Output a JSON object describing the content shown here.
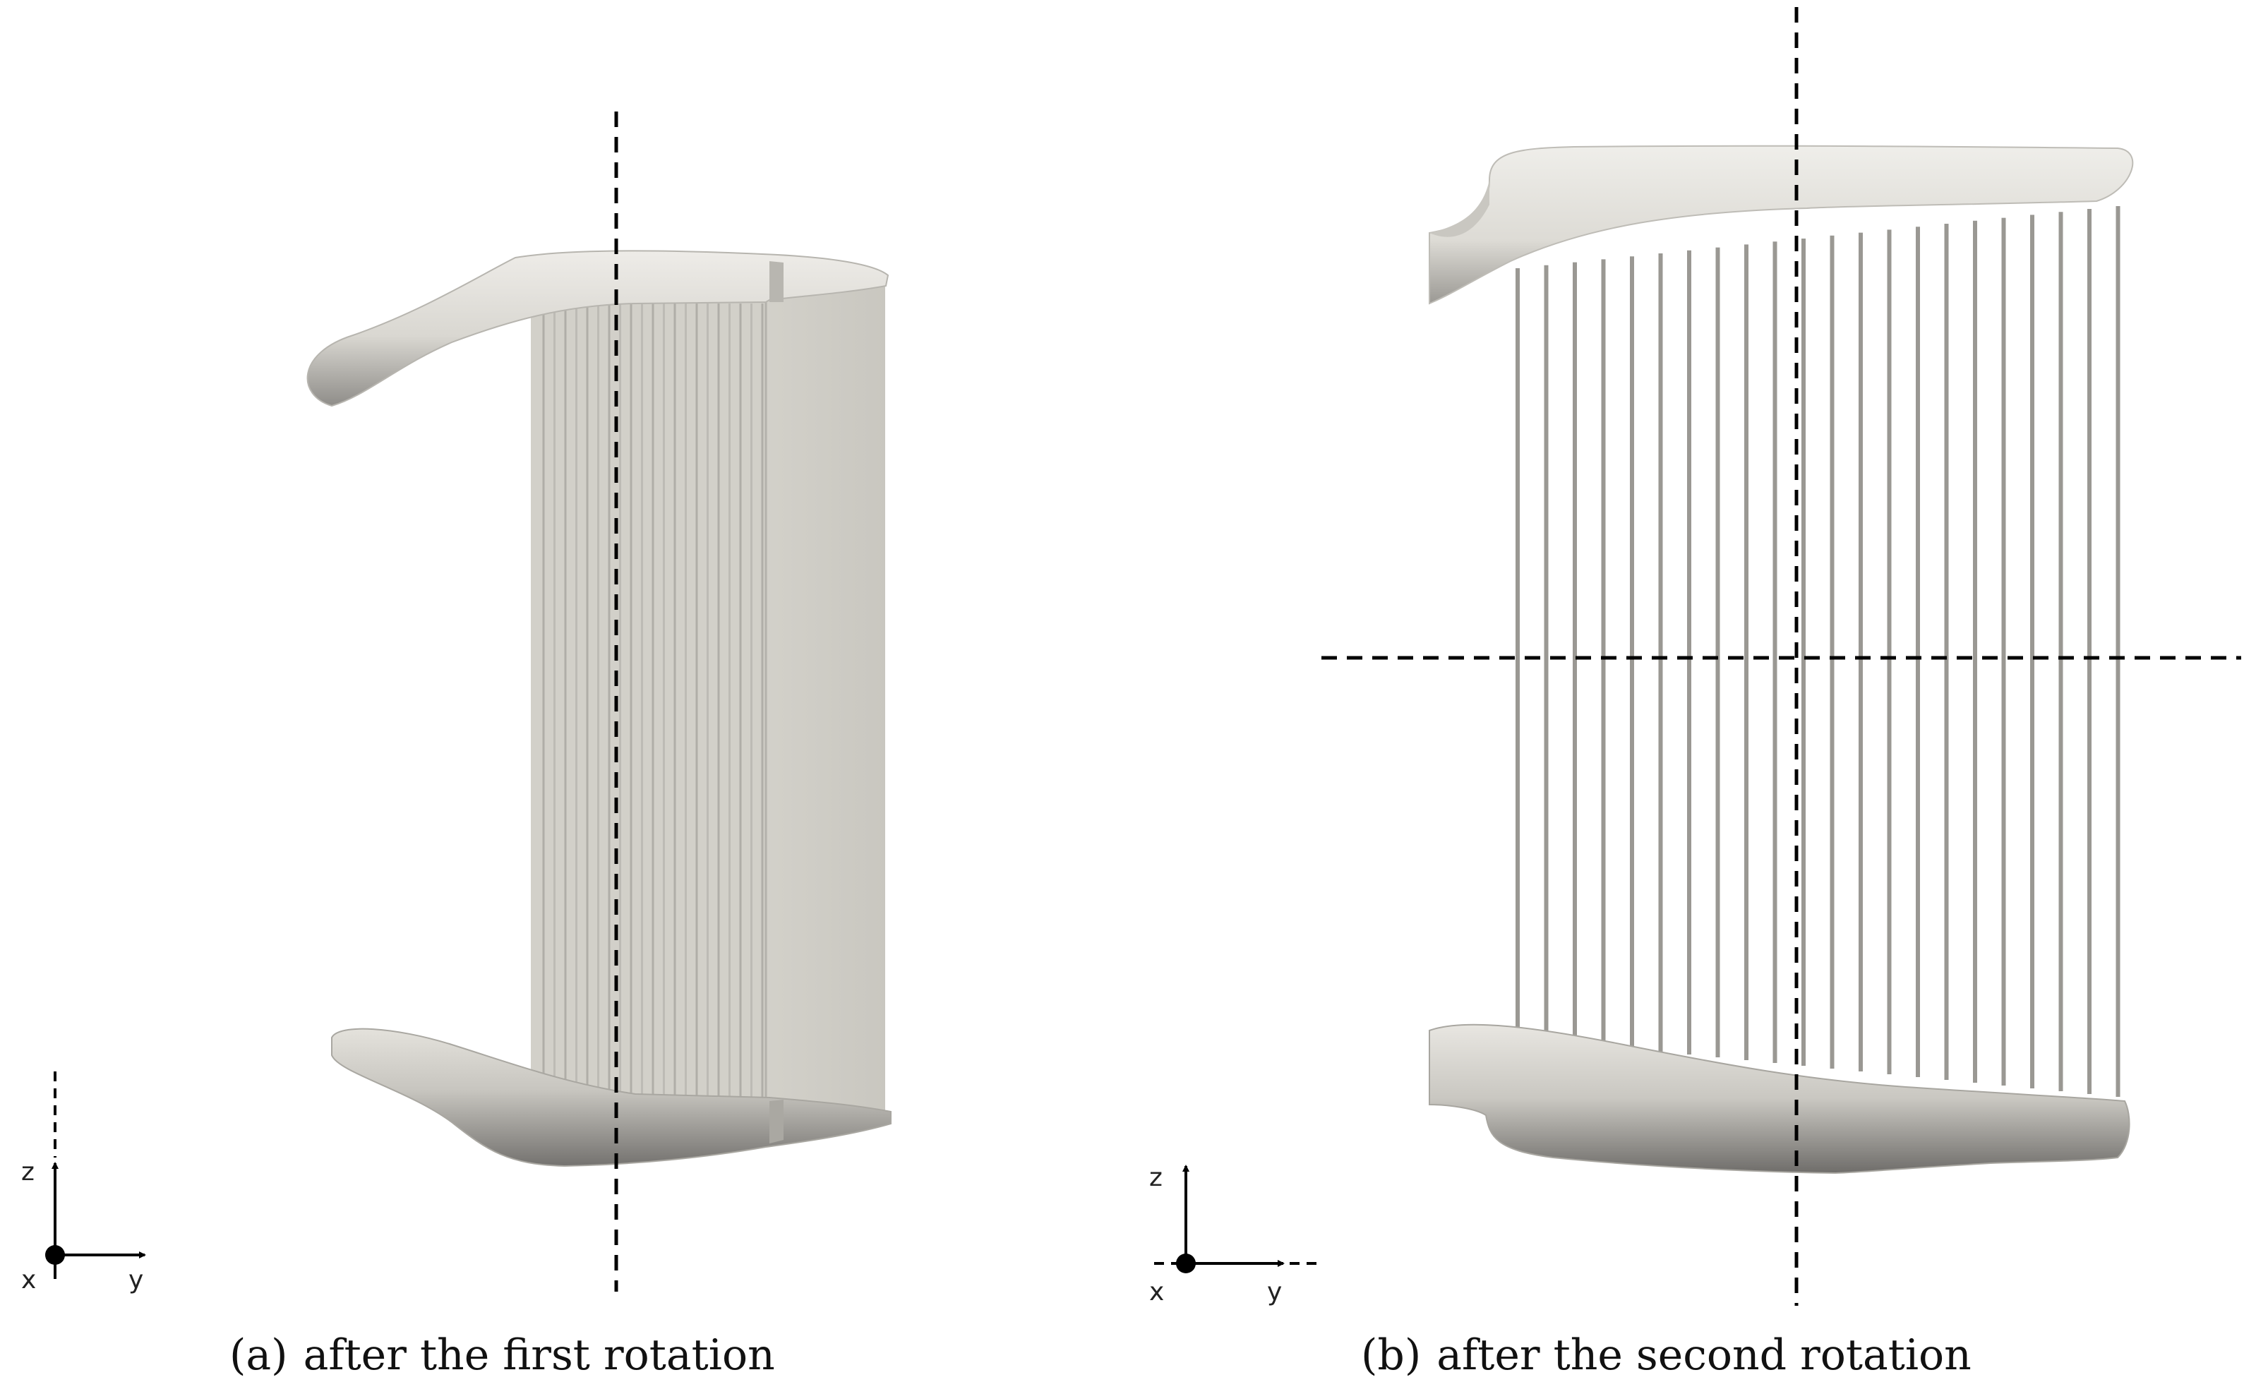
{
  "panels": [
    {
      "tag": "(a)",
      "caption": "after the first rotation",
      "axes": {
        "z": "z",
        "x": "x",
        "y": "y"
      }
    },
    {
      "tag": "(b)",
      "caption": "after the second rotation",
      "axes": {
        "z": "z",
        "x": "x",
        "y": "y"
      }
    }
  ],
  "colors": {
    "surface_light": "#e6e4df",
    "surface_mid": "#cfcdc6",
    "surface_dark": "#8e8c88",
    "blade_line": "#9a9893",
    "dashed_line": "#000000"
  }
}
